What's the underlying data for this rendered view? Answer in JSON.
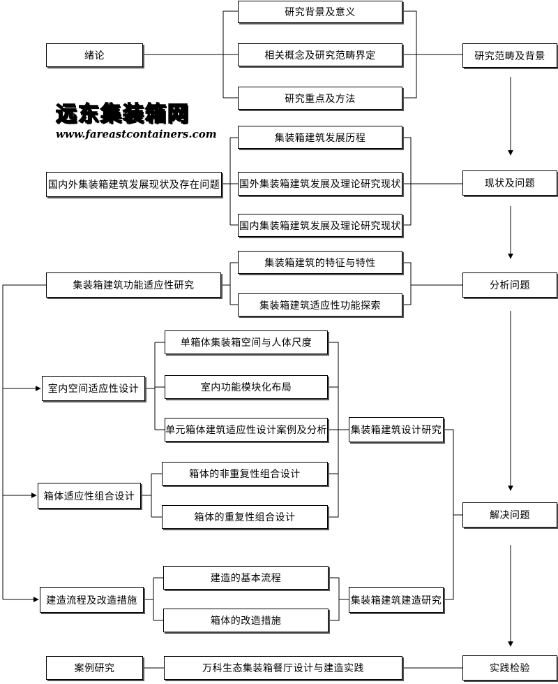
{
  "watermark": {
    "title": "远东集装箱网",
    "url": "www.fareastcontainers.com"
  },
  "stages": {
    "s1": "研究范畴及背景",
    "s2": "现状及问题",
    "s3": "分析问题",
    "s4": "解决问题",
    "s5": "实践检验"
  },
  "topics": {
    "intro": "绪论",
    "status": "国内外集装箱建筑发展现状及存在问题",
    "function": "集装箱建筑功能适应性研究",
    "interior": "室内空间适应性设计",
    "combo": "箱体适应性组合设计",
    "process": "建造流程及改造措施",
    "case": "案例研究"
  },
  "items": {
    "i1": "研究背景及意义",
    "i2": "相关概念及研究范畴界定",
    "i3": "研究重点及方法",
    "i4": "集装箱建筑发展历程",
    "i5": "国外集装箱建筑发展及理论研究现状",
    "i6": "国内集装箱建筑发展及理论研究现状",
    "i7": "集装箱建筑的特征与特性",
    "i8": "集装箱建筑适应性功能探索",
    "i9": "单箱体集装箱空间与人体尺度",
    "i10": "室内功能模块化布局",
    "i11": "单元箱体建筑适应性设计案例及分析",
    "i12": "箱体的非重复性组合设计",
    "i13": "箱体的重复性组合设计",
    "i14": "建造的基本流程",
    "i15": "箱体的改造措施",
    "i16": "万科生态集装箱餐厅设计与建造实践"
  },
  "mids": {
    "design": "集装箱建筑设计研究",
    "build": "集装箱建筑建造研究"
  }
}
